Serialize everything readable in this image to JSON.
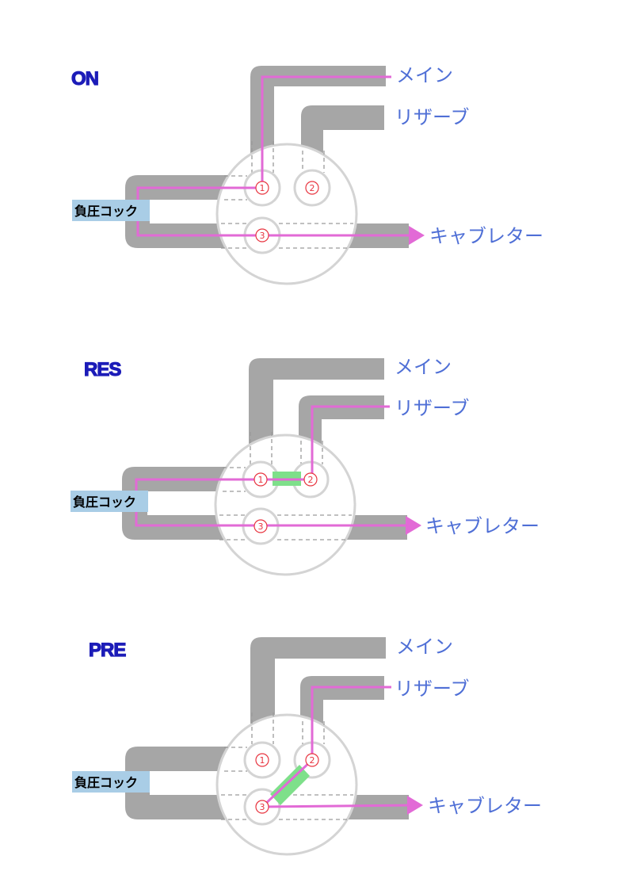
{
  "diagrams": [
    {
      "mode_label": "ON",
      "main_label": "メイン",
      "reserve_label": "リザーブ",
      "carburetor_label": "キャブレター",
      "vacuum_label": "負圧コック",
      "ports": [
        "①",
        "②",
        "③"
      ]
    },
    {
      "mode_label": "RES",
      "main_label": "メイン",
      "reserve_label": "リザーブ",
      "carburetor_label": "キャブレター",
      "vacuum_label": "負圧コック",
      "ports": [
        "①",
        "②",
        "③"
      ]
    },
    {
      "mode_label": "PRE",
      "main_label": "メイン",
      "reserve_label": "リザーブ",
      "carburetor_label": "キャブレター",
      "vacuum_label": "負圧コック",
      "ports": [
        "①",
        "②",
        "③"
      ]
    }
  ],
  "colors": {
    "pipe": "#a6a6a6",
    "flow": "#e26ad6",
    "mode_text": "#1c1cb8",
    "destination_text": "#4f6fd6",
    "vacuum_label_bg": "#a9cde6",
    "bridge": "#7ee08a",
    "port_number": "#e8343f"
  }
}
